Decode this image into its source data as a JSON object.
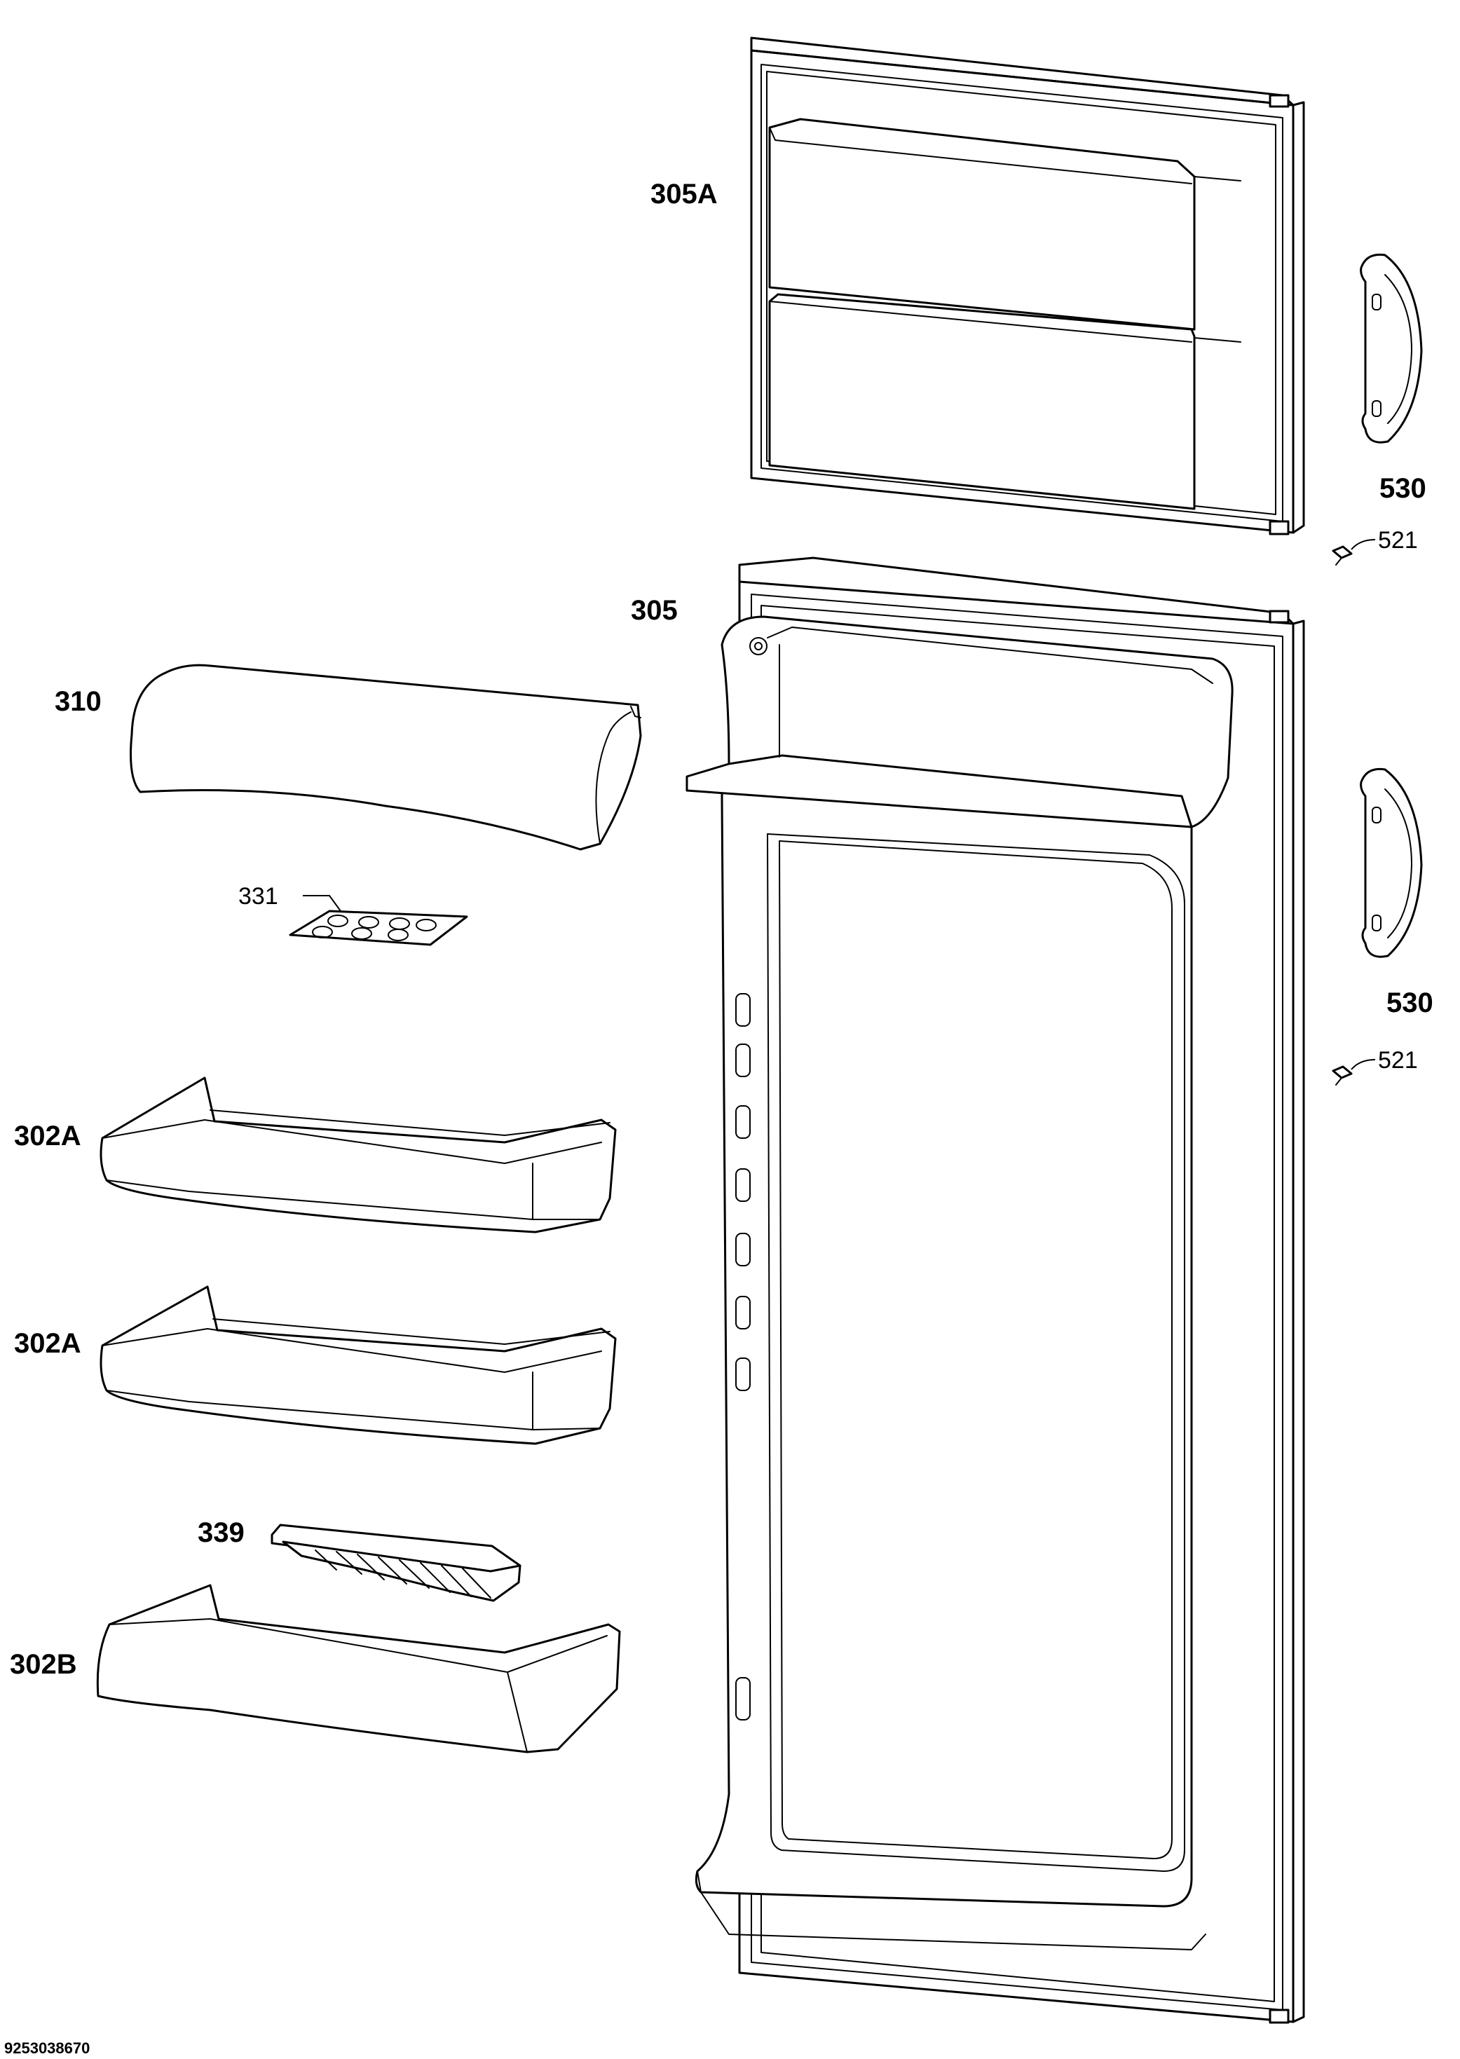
{
  "labels": {
    "freezer_door": "305A",
    "fridge_door": "305",
    "handle_top": "530",
    "handle_bottom": "530",
    "screw_top": "521",
    "screw_bottom": "521",
    "dairy_cover": "310",
    "egg_tray": "331",
    "door_shelf_1": "302A",
    "door_shelf_2": "302A",
    "bottle_retainer": "339",
    "bottle_shelf": "302B"
  },
  "document_code": "9253038670"
}
